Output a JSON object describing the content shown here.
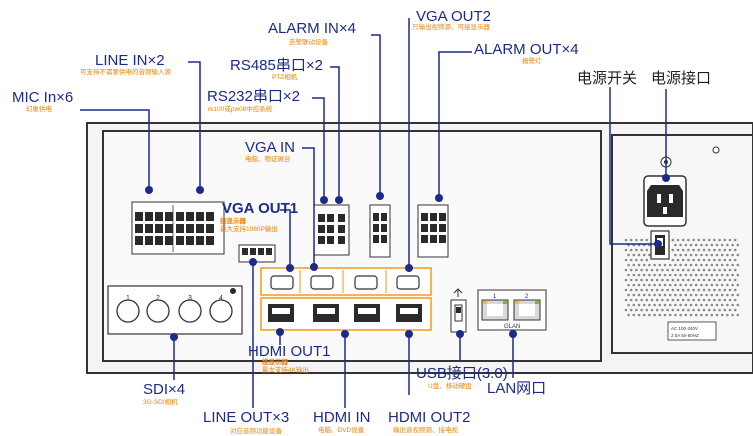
{
  "labels": {
    "mic_in": {
      "title": "MIC In×6",
      "sub": "幻象供电"
    },
    "line_in": {
      "title": "LINE IN×2",
      "sub": "可支持不需要供电的音频输入源"
    },
    "alarm_in": {
      "title": "ALARM IN×4",
      "sub": "告警联动设备"
    },
    "rs485": {
      "title": "RS485串口×2",
      "sub": "PTZ相机"
    },
    "rs232": {
      "title": "RS232串口×2",
      "sub": "rk100或pw08中控系统"
    },
    "vga_out2": {
      "title": "VGA OUT2",
      "sub": "只输出视频源、可接显示器"
    },
    "alarm_out": {
      "title": "ALARM OUT×4",
      "sub": "报警灯"
    },
    "power_switch": {
      "title": "电源开关"
    },
    "power_port": {
      "title": "电源接口"
    },
    "vga_in": {
      "title": "VGA IN",
      "sub": "电脑、物证展台"
    },
    "vga_out1": {
      "title": "VGA OUT1",
      "sub1": "接显示器",
      "sub2": "最大支持1080P输出"
    },
    "hdmi_out1": {
      "title": "HDMI OUT1",
      "sub1": "接显示器",
      "sub2": "最大支持4K输出"
    },
    "sdi": {
      "title": "SDI×4",
      "sub": "3G-SDI相机"
    },
    "line_out": {
      "title": "LINE OUT×3",
      "sub": "对应音频功能设备"
    },
    "hdmi_in": {
      "title": "HDMI IN",
      "sub": "电脑、DVD设备"
    },
    "hdmi_out2": {
      "title": "HDMI OUT2",
      "sub": "输出音视频源、接电视"
    },
    "usb": {
      "title": "USB接口(3.0)",
      "sub": "U盘、移动硬盘"
    },
    "lan": {
      "title": "LAN网口"
    }
  },
  "panel": {
    "sdi_numbers": [
      "1",
      "2",
      "3",
      "4"
    ],
    "lan_numbers": [
      "1",
      "2"
    ],
    "lan_label": "GLAN",
    "power_spec_1": "AC 100-240V",
    "power_spec_2": "2.0A 50-60HZ"
  },
  "colors": {
    "label_blue": "#1c2a8a",
    "sub_orange": "#e8830b",
    "panel_dark": "#3a3a3a",
    "highlight_orange": "#f39a1e"
  }
}
